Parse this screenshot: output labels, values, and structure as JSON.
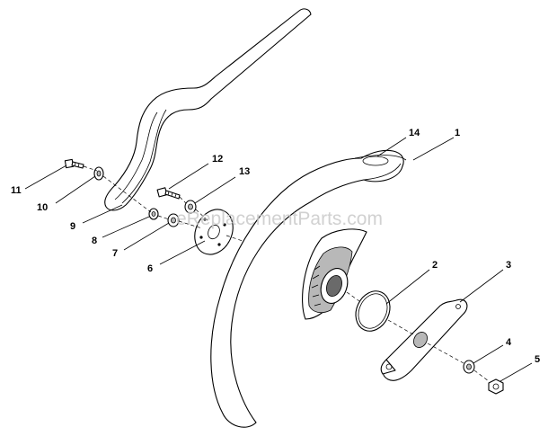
{
  "watermark": "eReplacementParts.com",
  "callouts": [
    {
      "id": "c1",
      "text": "1"
    },
    {
      "id": "c2",
      "text": "2"
    },
    {
      "id": "c3",
      "text": "3"
    },
    {
      "id": "c4",
      "text": "4"
    },
    {
      "id": "c5",
      "text": "5"
    },
    {
      "id": "c6",
      "text": "6"
    },
    {
      "id": "c7",
      "text": "7"
    },
    {
      "id": "c8",
      "text": "8"
    },
    {
      "id": "c9",
      "text": "9"
    },
    {
      "id": "c10",
      "text": "10"
    },
    {
      "id": "c11",
      "text": "11"
    },
    {
      "id": "c12",
      "text": "12"
    },
    {
      "id": "c13",
      "text": "13"
    },
    {
      "id": "c14",
      "text": "14"
    }
  ]
}
